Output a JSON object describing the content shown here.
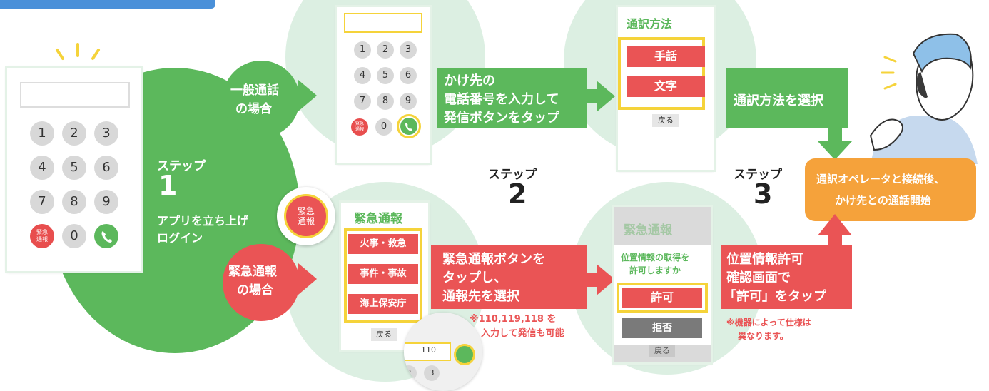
{
  "step1": {
    "label": "ステップ",
    "num": "1",
    "desc_line1": "アプリを立ち上げ",
    "desc_line2": "ログイン"
  },
  "step2": {
    "label": "ステップ",
    "num": "2"
  },
  "step3": {
    "label": "ステップ",
    "num": "3"
  },
  "keypad": {
    "keys": [
      "1",
      "2",
      "3",
      "4",
      "5",
      "6",
      "7",
      "8",
      "9"
    ],
    "emergency_key": "緊急\n通報",
    "zero": "0"
  },
  "general": {
    "case_line1": "一般通話",
    "case_line2": "の場合",
    "step2_text_line1": "かけ先の",
    "step2_text_line2": "電話番号を入力して",
    "step2_text_line3": "発信ボタンをタップ",
    "method_title": "通訳方法",
    "method_options": [
      "手話",
      "文字"
    ],
    "back": "戻る",
    "step3_text": "通訳方法を選択"
  },
  "emergency": {
    "case_line1": "緊急通報",
    "case_line2": "の場合",
    "badge": "緊急\n通報",
    "screen_title": "緊急通報",
    "options": [
      "火事・救急",
      "事件・事故",
      "海上保安庁"
    ],
    "back": "戻る",
    "step2_text_line1": "緊急通報ボタンを",
    "step2_text_line2": "タップし、",
    "step2_text_line3": "通報先を選択",
    "note_line1": "※110,119,118 を",
    "note_line2": "入力して発信も可能",
    "zoom_number": "110",
    "location_prompt_line1": "位置情報の取得を",
    "location_prompt_line2": "許可しますか",
    "allow": "許可",
    "deny": "拒否",
    "step3_text_line1": "位置情報許可",
    "step3_text_line2": "確認画面で",
    "step3_text_line3": "「許可」をタップ",
    "device_note_line1": "※機器によって仕様は",
    "device_note_line2": "異なります。"
  },
  "result": {
    "line1": "通訳オペレータと接続後、",
    "line2": "かけ先との通話開始"
  },
  "colors": {
    "green": "#5cb85c",
    "red": "#ea5455",
    "orange": "#f5a23b",
    "light_green": "#dcefe2",
    "yellow": "#f5d33a",
    "blue": "#4a90d9"
  }
}
